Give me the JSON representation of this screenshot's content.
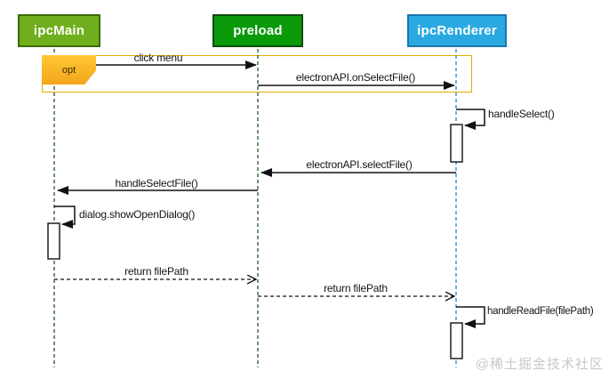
{
  "diagram": {
    "type": "sequence-diagram",
    "participants": [
      {
        "label": "ipcMain",
        "fill": "#6fae1c",
        "border": "#3c6b00",
        "lifeline_color": "#316331"
      },
      {
        "label": "preload",
        "fill": "#0a9a0a",
        "border": "#0d4d0d",
        "lifeline_color": "#316331"
      },
      {
        "label": "ipcRenderer",
        "fill": "#29a9e0",
        "border": "#1877aa",
        "lifeline_color": "#2a8fd0"
      }
    ],
    "fragment": {
      "operator": "opt",
      "border_color": "#e2ad00",
      "label_fill": "#fcb81e"
    },
    "messages": {
      "click_menu": {
        "label": "click menu",
        "from": "ipcMain",
        "to": "preload",
        "style": "solid"
      },
      "on_select_file": {
        "label": "electronAPI.onSelectFile()",
        "from": "preload",
        "to": "ipcRenderer",
        "style": "solid"
      },
      "handle_select": {
        "label": "handleSelect()",
        "from": "ipcRenderer",
        "to": "ipcRenderer",
        "style": "self"
      },
      "select_file": {
        "label": "electronAPI.selectFile()",
        "from": "ipcRenderer",
        "to": "preload",
        "style": "solid"
      },
      "handle_select_file": {
        "label": "handleSelectFile()",
        "from": "preload",
        "to": "ipcMain",
        "style": "solid"
      },
      "show_open_dialog": {
        "label": "dialog.showOpenDialog()",
        "from": "ipcMain",
        "to": "ipcMain",
        "style": "self"
      },
      "return_file_path_1": {
        "label": "return filePath",
        "from": "ipcMain",
        "to": "preload",
        "style": "dashed-return"
      },
      "return_file_path_2": {
        "label": "return filePath",
        "from": "preload",
        "to": "ipcRenderer",
        "style": "dashed-return"
      },
      "handle_read_file": {
        "label": "handleReadFile(filePath)",
        "from": "ipcRenderer",
        "to": "ipcRenderer",
        "style": "self"
      }
    },
    "watermark": "@稀土掘金技术社区"
  }
}
